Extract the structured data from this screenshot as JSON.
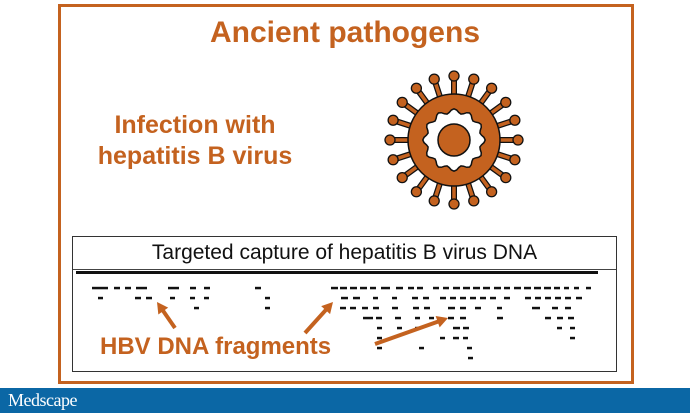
{
  "title": "Ancient pathogens",
  "infection_line1": "Infection with",
  "infection_line2": "hepatitis B virus",
  "capture_title": "Targeted capture of hepatitis B virus DNA",
  "fragments_label": "HBV DNA fragments",
  "footer_logo": "Medscape",
  "colors": {
    "accent": "#c4621f",
    "footer": "#0b67a5"
  }
}
